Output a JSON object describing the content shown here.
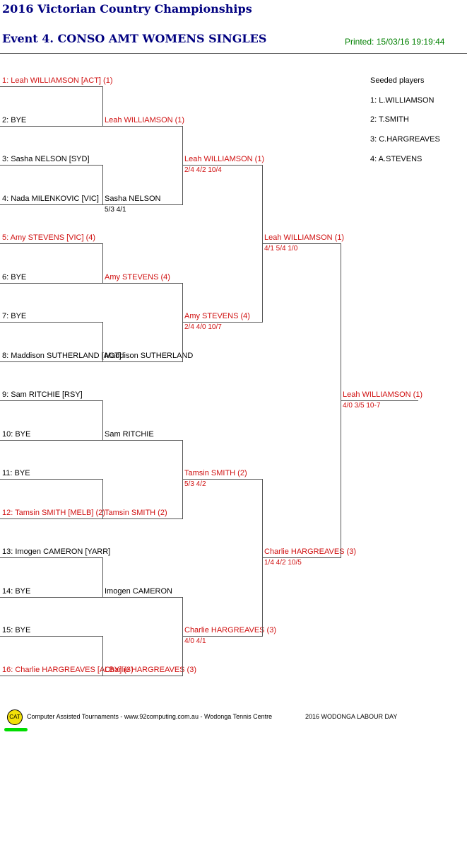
{
  "header": {
    "title": "2016 Victorian Country Championships",
    "event": "Event 4. CONSO AMT WOMENS SINGLES",
    "printed": "Printed: 15/03/16 19:19:44"
  },
  "colors": {
    "title": "#000080",
    "printed": "#008000",
    "seeded": "#d01010"
  },
  "draw": [
    {
      "label": "1: Leah WILLIAMSON [ACT] (1)",
      "seeded": true
    },
    {
      "label": "2: BYE",
      "seeded": false
    },
    {
      "label": "3: Sasha NELSON [SYD]",
      "seeded": false
    },
    {
      "label": "4: Nada MILENKOVIC [VIC]",
      "seeded": false
    },
    {
      "label": "5: Amy STEVENS [VIC] (4)",
      "seeded": true
    },
    {
      "label": "6: BYE",
      "seeded": false
    },
    {
      "label": "7: BYE",
      "seeded": false
    },
    {
      "label": "8: Maddison SUTHERLAND [ACT]",
      "seeded": false
    },
    {
      "label": "9: Sam RITCHIE [RSY]",
      "seeded": false
    },
    {
      "label": "10: BYE",
      "seeded": false
    },
    {
      "label": "11: BYE",
      "seeded": false
    },
    {
      "label": "12: Tamsin SMITH [MELB] (2)",
      "seeded": true
    },
    {
      "label": "13: Imogen CAMERON [YARR]",
      "seeded": false
    },
    {
      "label": "14: BYE",
      "seeded": false
    },
    {
      "label": "15: BYE",
      "seeded": false
    },
    {
      "label": "16: Charlie HARGREAVES [ALBY] (3)",
      "seeded": true
    }
  ],
  "rounds": [
    [
      {
        "name": "Leah WILLIAMSON (1)",
        "score": "",
        "seeded": true
      },
      {
        "name": "Sasha NELSON",
        "score": "5/3 4/1",
        "seeded": false
      },
      {
        "name": "Amy STEVENS (4)",
        "score": "",
        "seeded": true
      },
      {
        "name": "Maddison SUTHERLAND",
        "score": "",
        "seeded": false
      },
      {
        "name": "Sam RITCHIE",
        "score": "",
        "seeded": false
      },
      {
        "name": "Tamsin SMITH (2)",
        "score": "",
        "seeded": true
      },
      {
        "name": "Imogen CAMERON",
        "score": "",
        "seeded": false
      },
      {
        "name": "Charlie HARGREAVES (3)",
        "score": "",
        "seeded": true
      }
    ],
    [
      {
        "name": "Leah WILLIAMSON (1)",
        "score": "2/4 4/2 10/4",
        "seeded": true
      },
      {
        "name": "Amy STEVENS (4)",
        "score": "2/4 4/0 10/7",
        "seeded": true
      },
      {
        "name": "Tamsin SMITH (2)",
        "score": "5/3 4/2",
        "seeded": true
      },
      {
        "name": "Charlie HARGREAVES (3)",
        "score": "4/0 4/1",
        "seeded": true
      }
    ],
    [
      {
        "name": "Leah WILLIAMSON (1)",
        "score": "4/1 5/4 1/0",
        "seeded": true
      },
      {
        "name": "Charlie HARGREAVES (3)",
        "score": "1/4 4/2 10/5",
        "seeded": true
      }
    ],
    [
      {
        "name": "Leah WILLIAMSON (1)",
        "score": "4/0 3/5  10-7",
        "seeded": true
      }
    ]
  ],
  "seeds": {
    "heading": "Seeded players",
    "items": [
      "1: L.WILLIAMSON",
      "2: T.SMITH",
      "3: C.HARGREAVES",
      "4: A.STEVENS"
    ]
  },
  "footer": {
    "logo_text": "CAT",
    "credit": "Computer Assisted Tournaments - www.92computing.com.au  -  Wodonga Tennis Centre",
    "tournament": "2016 WODONGA LABOUR DAY"
  }
}
